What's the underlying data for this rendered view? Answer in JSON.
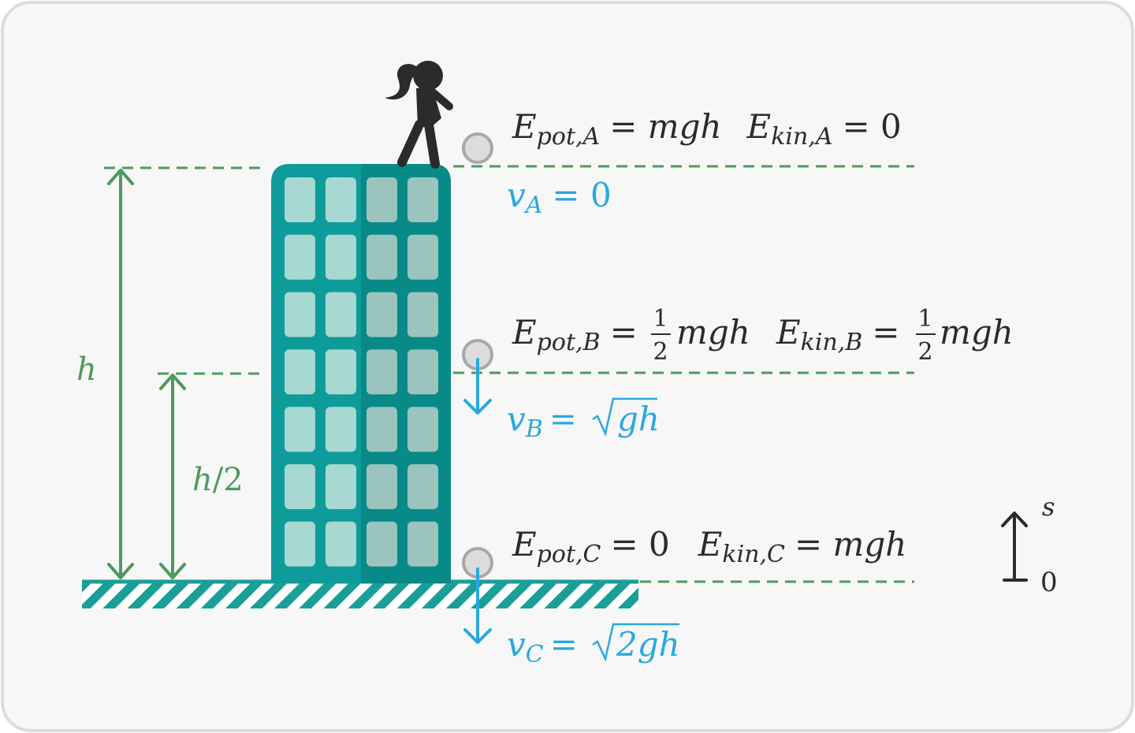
{
  "colors": {
    "panel_bg": "#f7f7f7",
    "panel_border": "#dcdcdc",
    "building": "#0e9c9a",
    "building_dark": "#078a88",
    "window_light": "#a8d8d2",
    "window_dark": "#9ac4bd",
    "ground": "#1a9e98",
    "green": "#4e9a5e",
    "blue": "#29a8e0",
    "text": "#2b2b2b",
    "ball_fill": "#dcdcdc",
    "ball_stroke": "#a8a8a8",
    "person": "#2b2b2b"
  },
  "icons": {
    "person": "person-walking-icon",
    "ball": "ball-icon",
    "building": "building-icon"
  },
  "labels": {
    "height_full": "h",
    "height_half_a": "h",
    "height_half_b": "/2",
    "axis_top": "s",
    "axis_bottom": "0"
  },
  "states": {
    "A": {
      "epot_E": "E",
      "epot_sub": "pot,A",
      "epot_eq": "= mgh",
      "ekin_E": "E",
      "ekin_sub": "kin,A",
      "ekin_eq": "= 0",
      "v_v": "v",
      "v_sub": "A",
      "v_eq": "= 0"
    },
    "B": {
      "epot_E": "E",
      "epot_sub": "pot,B",
      "epot_eq": "=",
      "frac_num": "1",
      "frac_den": "2",
      "epot_tail": "mgh",
      "ekin_E": "E",
      "ekin_sub": "kin,B",
      "ekin_eq": "=",
      "frac2_num": "1",
      "frac2_den": "2",
      "ekin_tail": "mgh",
      "v_v": "v",
      "v_sub": "B",
      "v_eq": "=",
      "v_rad": "gh"
    },
    "C": {
      "epot_E": "E",
      "epot_sub": "pot,C",
      "epot_eq": "= 0",
      "ekin_E": "E",
      "ekin_sub": "kin,C",
      "ekin_eq": "= mgh",
      "v_v": "v",
      "v_sub": "C",
      "v_eq": "=",
      "v_rad": "2gh"
    }
  }
}
